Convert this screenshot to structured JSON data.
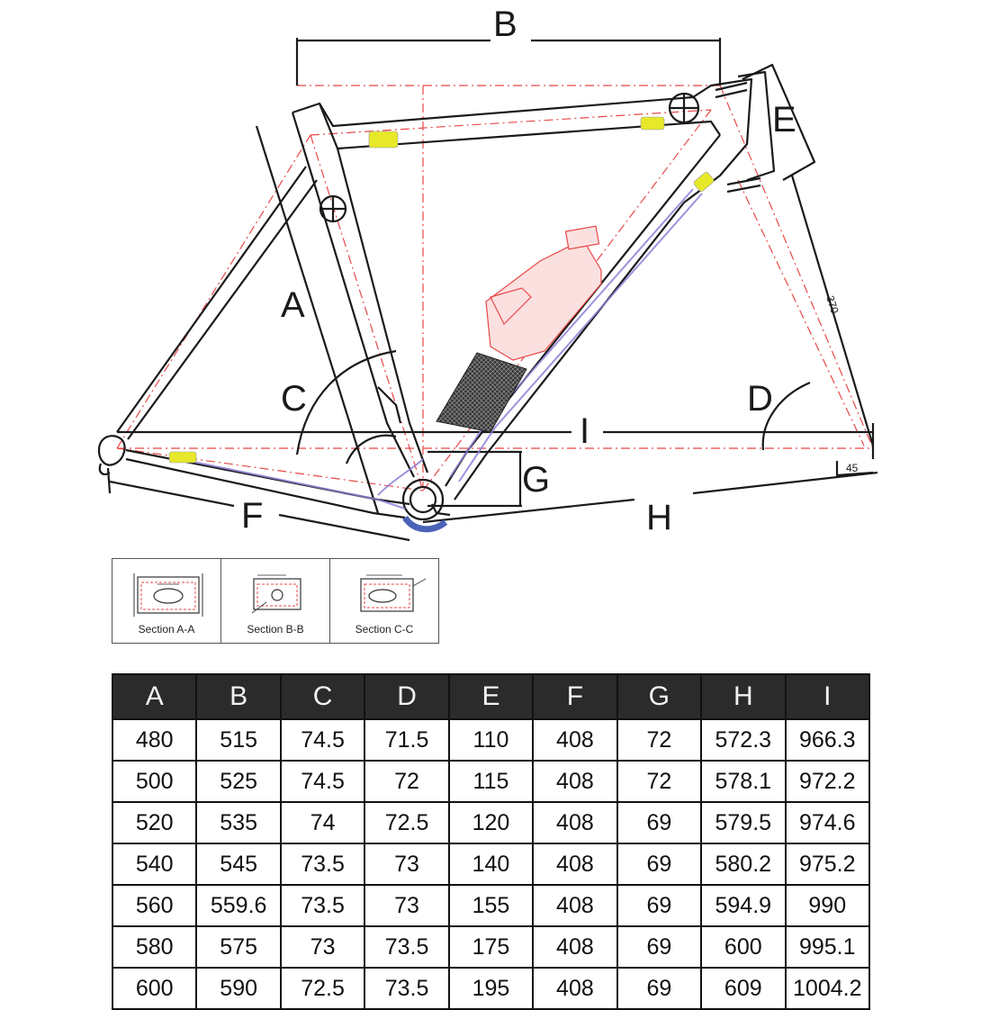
{
  "diagram": {
    "dimension_labels": {
      "A": "A",
      "B": "B",
      "C": "C",
      "D": "D",
      "E": "E",
      "F": "F",
      "G": "G",
      "H": "H",
      "I": "I"
    },
    "seatstay_length": "370",
    "chainstay_drop": "45",
    "colors": {
      "frame": "#1a1a1a",
      "centerline": "#e84848",
      "cable": "#8e7fd6",
      "highlight": "#e8e82a"
    }
  },
  "sections": [
    {
      "label": "Section A-A"
    },
    {
      "label": "Section B-B"
    },
    {
      "label": "Section C-C"
    }
  ],
  "table": {
    "headers": [
      "A",
      "B",
      "C",
      "D",
      "E",
      "F",
      "G",
      "H",
      "I"
    ],
    "rows": [
      [
        "480",
        "515",
        "74.5",
        "71.5",
        "110",
        "408",
        "72",
        "572.3",
        "966.3"
      ],
      [
        "500",
        "525",
        "74.5",
        "72",
        "115",
        "408",
        "72",
        "578.1",
        "972.2"
      ],
      [
        "520",
        "535",
        "74",
        "72.5",
        "120",
        "408",
        "69",
        "579.5",
        "974.6"
      ],
      [
        "540",
        "545",
        "73.5",
        "73",
        "140",
        "408",
        "69",
        "580.2",
        "975.2"
      ],
      [
        "560",
        "559.6",
        "73.5",
        "73",
        "155",
        "408",
        "69",
        "594.9",
        "990"
      ],
      [
        "580",
        "575",
        "73",
        "73.5",
        "175",
        "408",
        "69",
        "600",
        "995.1"
      ],
      [
        "600",
        "590",
        "72.5",
        "73.5",
        "195",
        "408",
        "69",
        "609",
        "1004.2"
      ]
    ]
  }
}
